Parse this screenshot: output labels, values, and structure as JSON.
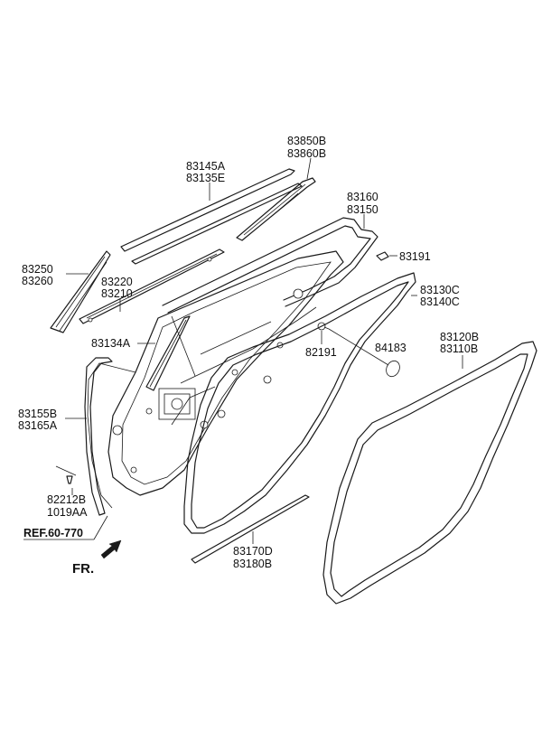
{
  "labels": {
    "l83850b": "83850B",
    "l83860b": "83860B",
    "l83145a": "83145A",
    "l83135e": "83135E",
    "l83160": "83160",
    "l83150": "83150",
    "l83191": "83191",
    "l83250": "83250",
    "l83260": "83260",
    "l83220": "83220",
    "l83210": "83210",
    "l83130c": "83130C",
    "l83140c": "83140C",
    "l83134a": "83134A",
    "l82191": "82191",
    "l84183": "84183",
    "l83120b": "83120B",
    "l83110b": "83110B",
    "l83155b": "83155B",
    "l83165a": "83165A",
    "l82212b": "82212B",
    "l1019aa": "1019AA",
    "ref": "REF.60-770",
    "fr": "FR.",
    "l83170d": "83170D",
    "l83180b": "83180B"
  },
  "colors": {
    "line": "#1a1a1a",
    "background": "#ffffff"
  }
}
